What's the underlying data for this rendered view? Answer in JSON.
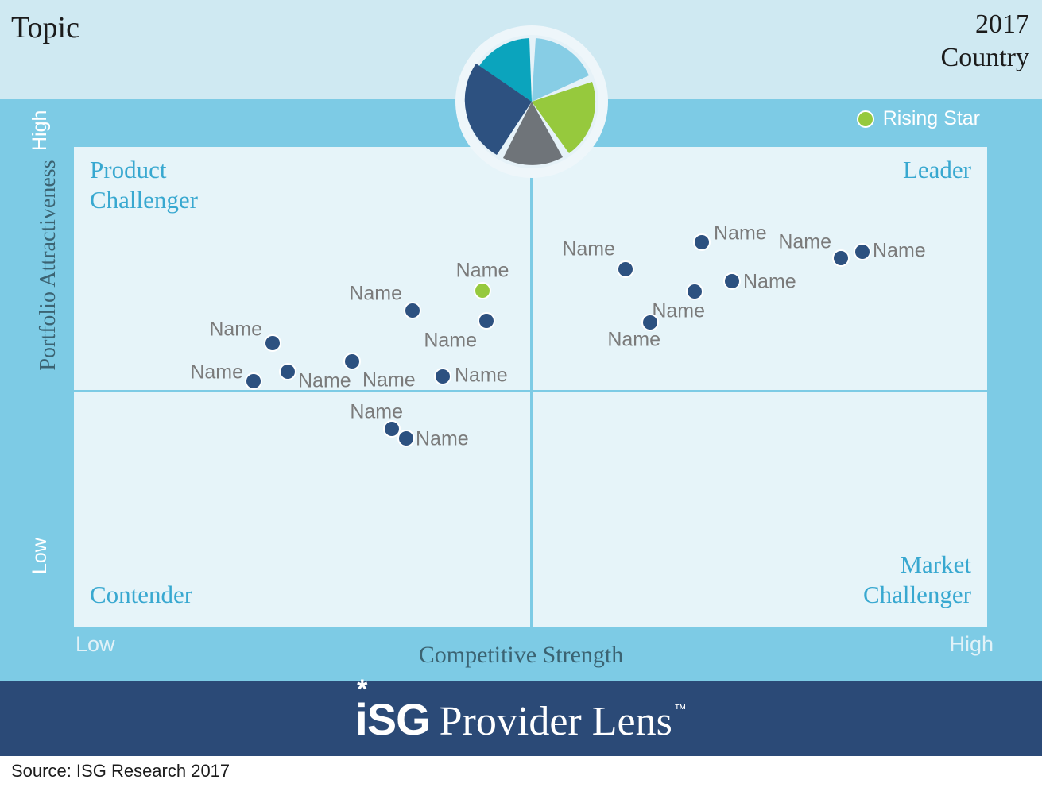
{
  "header": {
    "topic": "Topic",
    "year": "2017",
    "country": "Country"
  },
  "legend": {
    "rising_star_label": "Rising Star",
    "rising_star_color": "#96c93d"
  },
  "footer": {
    "brand_isg": "iSG",
    "brand_star": "*",
    "brand_rest": "Provider Lens",
    "brand_tm": "™",
    "source": "Source: ISG Research 2017",
    "bar_color": "#2b4a77"
  },
  "axes": {
    "y_title": "Portfolio Attractiveness",
    "y_high": "High",
    "y_low": "Low",
    "x_title": "Competitive Strength",
    "x_low": "Low",
    "x_high": "High"
  },
  "quadrants": {
    "top_left": "Product\nChallenger",
    "top_right": "Leader",
    "bottom_left": "Contender",
    "bottom_right": "Market\nChallenger"
  },
  "colors": {
    "header_band": "#cfe9f2",
    "mid_band": "#7dcbe5",
    "plot_bg": "#e6f4f9",
    "grid_line": "#7dcbe5",
    "quadrant_text": "#38a8d0",
    "point_navy": "#2d5180",
    "point_green": "#96c93d",
    "label_gray": "#7b7b7b",
    "axis_text": "#3b6372"
  },
  "chart_data": {
    "type": "scatter",
    "title": "Topic 2017 Country",
    "xlabel": "Competitive Strength",
    "ylabel": "Portfolio Attractiveness",
    "xlim": [
      0,
      100
    ],
    "ylim": [
      0,
      100
    ],
    "grid": false,
    "legend": {
      "position": "top-right",
      "entries": [
        "Rising Star"
      ]
    },
    "quadrant_names": [
      "Product Challenger",
      "Leader",
      "Contender",
      "Market Challenger"
    ],
    "quadrant_split": {
      "x": 50,
      "y": 50
    },
    "series": [
      {
        "name": "Providers",
        "marker": "circle",
        "color": "#2d5180",
        "points": [
          {
            "label": "Name",
            "x": 19.7,
            "y": 47.0,
            "type": "normal",
            "label_pos": "left"
          },
          {
            "label": "Name",
            "x": 23.5,
            "y": 48.5,
            "type": "normal",
            "label_pos": "right-below"
          },
          {
            "label": "Name",
            "x": 21.5,
            "y": 54.5,
            "type": "normal",
            "label_pos": "above-left"
          },
          {
            "label": "Name",
            "x": 30.8,
            "y": 51.0,
            "type": "normal",
            "label_pos": "below-right"
          },
          {
            "label": "Name",
            "x": 36.8,
            "y": 58.5,
            "type": "normal",
            "label_pos": "above-left"
          },
          {
            "label": "Name",
            "x": 40.0,
            "y": 47.5,
            "type": "normal",
            "label_pos": "right"
          },
          {
            "label": "Name",
            "x": 45.2,
            "y": 66.5,
            "type": "rising",
            "label_pos": "above"
          },
          {
            "label": "Name",
            "x": 45.2,
            "y": 60.2,
            "type": "normal",
            "label_pos": "below-right"
          },
          {
            "label": "Name",
            "x": 34.9,
            "y": 42.5,
            "type": "normal",
            "label_pos": "above-right"
          },
          {
            "label": "Name",
            "x": 36.4,
            "y": 40.0,
            "type": "normal",
            "label_pos": "right"
          },
          {
            "label": "Name",
            "x": 60.2,
            "y": 65.0,
            "type": "normal",
            "label_pos": "above-left"
          },
          {
            "label": "Name",
            "x": 68.2,
            "y": 72.2,
            "type": "normal",
            "label_pos": "right-above"
          },
          {
            "label": "Name",
            "x": 67.5,
            "y": 61.2,
            "type": "normal",
            "label_pos": "below-right"
          },
          {
            "label": "Name",
            "x": 71.8,
            "y": 63.5,
            "type": "normal",
            "label_pos": "right"
          },
          {
            "label": "Name",
            "x": 62.8,
            "y": 55.8,
            "type": "normal",
            "label_pos": "below-left"
          },
          {
            "label": "Name",
            "x": 83.8,
            "y": 70.5,
            "type": "normal",
            "label_pos": "above-left"
          },
          {
            "label": "Name",
            "x": 86.1,
            "y": 71.8,
            "type": "normal",
            "label_pos": "right"
          }
        ]
      }
    ]
  },
  "points": [
    {
      "label": "Name",
      "left": 319,
      "top": 480,
      "type": "normal",
      "lx": 306,
      "ly": 469,
      "align": "lbl-l"
    },
    {
      "label": "Name",
      "left": 362,
      "top": 468,
      "type": "normal",
      "lx": 375,
      "ly": 480,
      "align": "lbl-r"
    },
    {
      "label": "Name",
      "left": 343,
      "top": 432,
      "type": "normal",
      "lx": 330,
      "ly": 415,
      "align": "lbl-l"
    },
    {
      "label": "Name",
      "left": 443,
      "top": 455,
      "type": "normal",
      "lx": 456,
      "ly": 479,
      "align": "lbl-r"
    },
    {
      "label": "Name",
      "left": 519,
      "top": 391,
      "type": "normal",
      "lx": 506,
      "ly": 370,
      "align": "lbl-l"
    },
    {
      "label": "Name",
      "left": 557,
      "top": 474,
      "type": "normal",
      "lx": 572,
      "ly": 473,
      "align": "lbl-r"
    },
    {
      "label": "Name",
      "left": 607,
      "top": 366,
      "type": "rising",
      "lx": 607,
      "ly": 341,
      "align": "lbl-c"
    },
    {
      "label": "Name",
      "left": 612,
      "top": 404,
      "type": "normal",
      "lx": 600,
      "ly": 429,
      "align": "lbl-l"
    },
    {
      "label": "Name",
      "left": 493,
      "top": 540,
      "type": "normal",
      "lx": 507,
      "ly": 519,
      "align": "lbl-l"
    },
    {
      "label": "Name",
      "left": 511,
      "top": 552,
      "type": "normal",
      "lx": 523,
      "ly": 553,
      "align": "lbl-r"
    },
    {
      "label": "Name",
      "left": 787,
      "top": 339,
      "type": "normal",
      "lx": 774,
      "ly": 314,
      "align": "lbl-l"
    },
    {
      "label": "Name",
      "left": 883,
      "top": 305,
      "type": "normal",
      "lx": 898,
      "ly": 294,
      "align": "lbl-r"
    },
    {
      "label": "Name",
      "left": 874,
      "top": 367,
      "type": "normal",
      "lx": 887,
      "ly": 392,
      "align": "lbl-l"
    },
    {
      "label": "Name",
      "left": 921,
      "top": 354,
      "type": "normal",
      "lx": 935,
      "ly": 355,
      "align": "lbl-r"
    },
    {
      "label": "Name",
      "left": 818,
      "top": 406,
      "type": "normal",
      "lx": 831,
      "ly": 428,
      "align": "lbl-l"
    },
    {
      "label": "Name",
      "left": 1058,
      "top": 325,
      "type": "normal",
      "lx": 1046,
      "ly": 305,
      "align": "lbl-l"
    },
    {
      "label": "Name",
      "left": 1085,
      "top": 317,
      "type": "normal",
      "lx": 1098,
      "ly": 316,
      "align": "lbl-r"
    }
  ]
}
